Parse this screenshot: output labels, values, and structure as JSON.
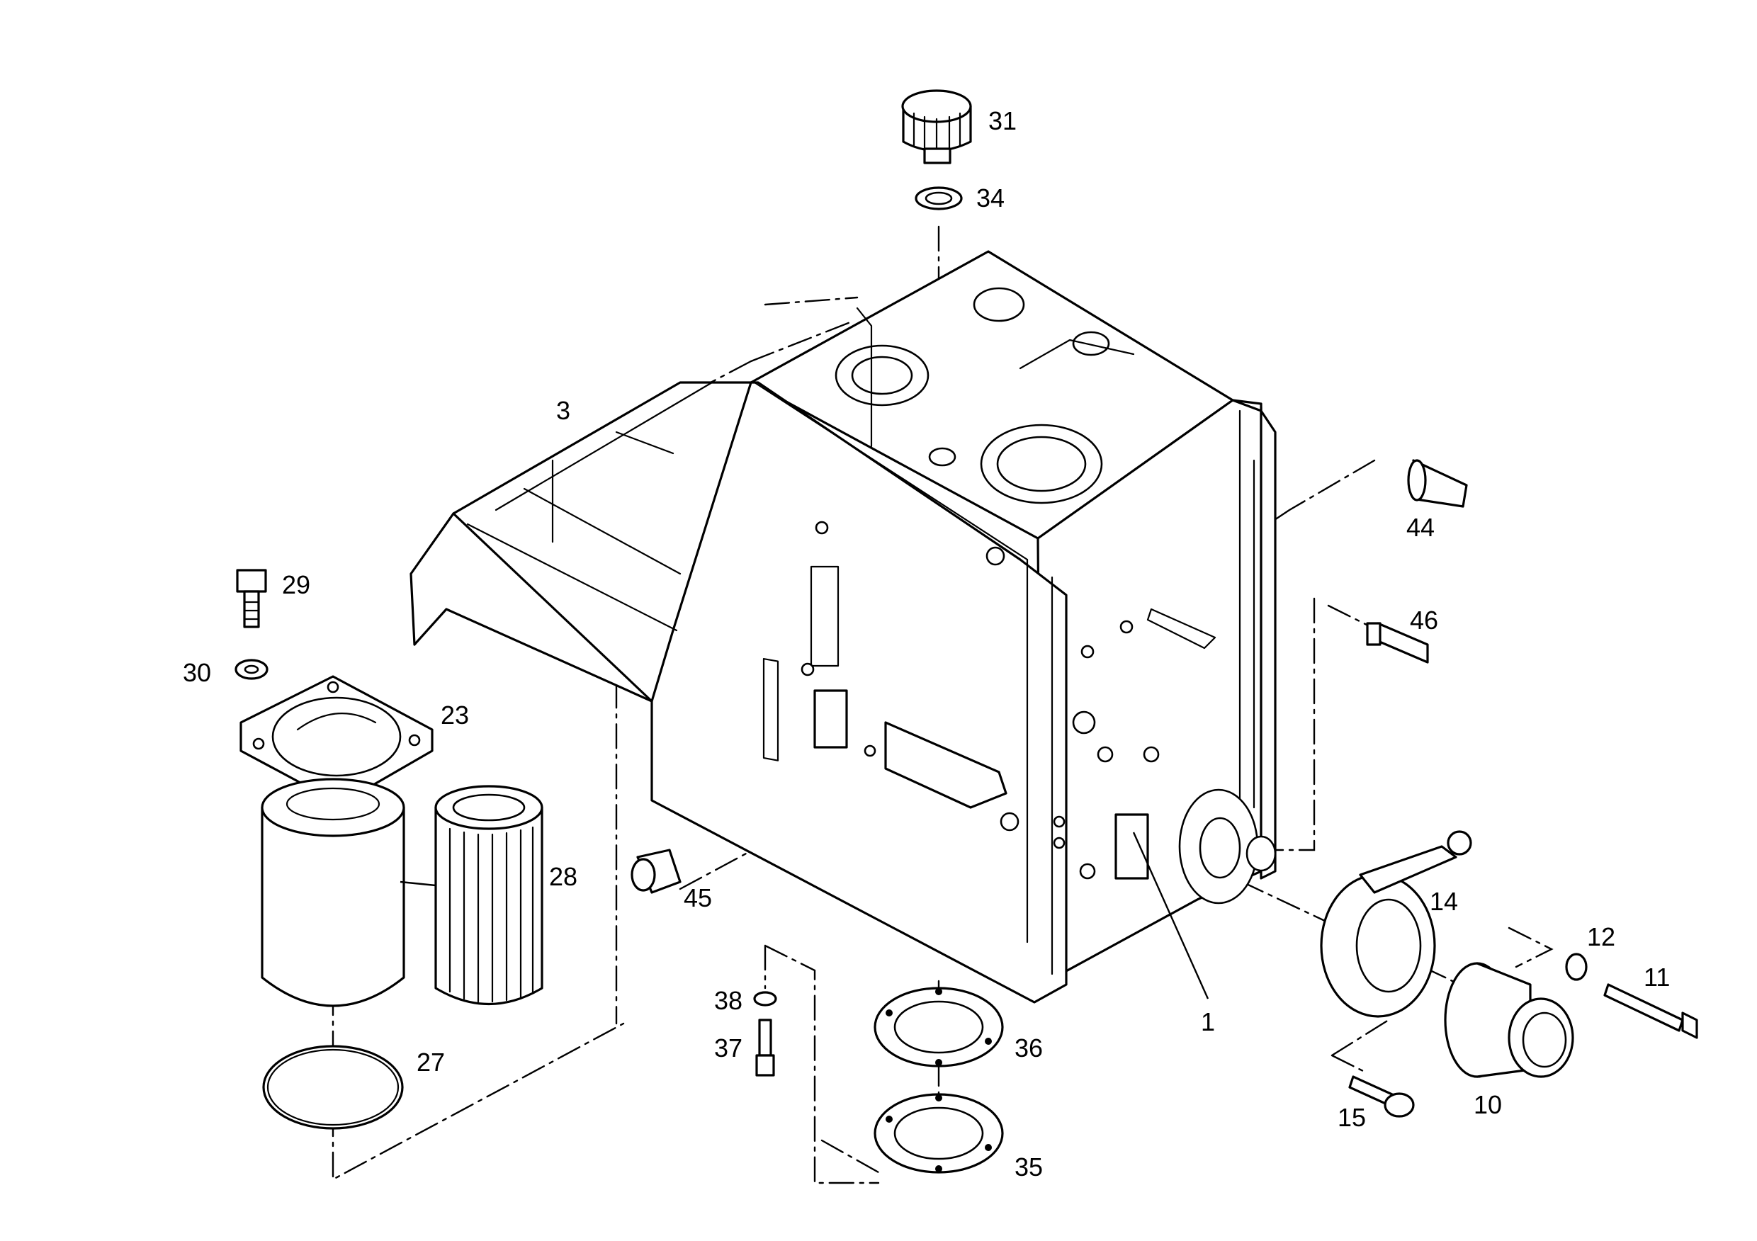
{
  "callouts": {
    "c1": "1",
    "c3": "3",
    "c10": "10",
    "c11": "11",
    "c12": "12",
    "c14": "14",
    "c15": "15",
    "c23": "23",
    "c27": "27",
    "c28": "28",
    "c29": "29",
    "c30": "30",
    "c31": "31",
    "c34": "34",
    "c35": "35",
    "c36": "36",
    "c37": "37",
    "c38": "38",
    "c44": "44",
    "c45": "45",
    "c46": "46"
  },
  "colors": {
    "line": "#000000",
    "background": "#ffffff"
  }
}
